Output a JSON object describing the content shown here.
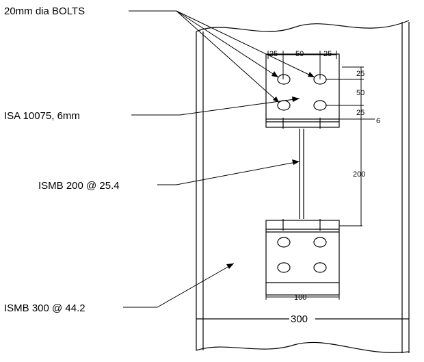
{
  "labels": {
    "bolts": "20mm dia BOLTS",
    "cleat_angle": "ISA 10075, 6mm",
    "beam": "ISMB 200 @ 25.4",
    "column": "ISMB 300 @ 44.2"
  },
  "dimensions": {
    "bolt_edge_left": "25",
    "bolt_pitch_horizontal": "50",
    "bolt_edge_right": "25",
    "bolt_edge_top": "25",
    "bolt_pitch_vertical": "50",
    "bolt_edge_bottom": "25",
    "angle_thickness": "6",
    "beam_depth": "200",
    "angle_length": "100",
    "column_width": "300"
  }
}
